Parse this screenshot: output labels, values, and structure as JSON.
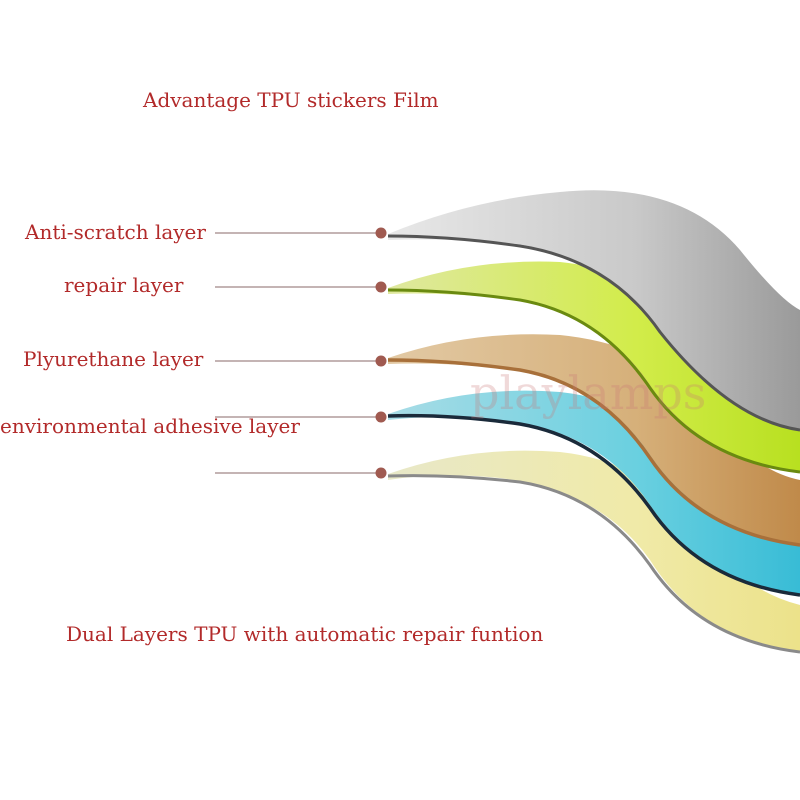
{
  "title": "Advantage TPU stickers Film",
  "subtitle": "Dual Layers TPU with automatic repair funtion",
  "watermark": "playlamps",
  "layers": [
    {
      "label": "Anti-scratch layer",
      "color": "#b8b8b8"
    },
    {
      "label": "repair layer",
      "color": "#c8e62a"
    },
    {
      "label": "Plyurethane layer",
      "color": "#c8924e"
    },
    {
      "label": "environmental adhesive layer",
      "color": "#46c4d8"
    },
    {
      "label": "",
      "color": "#eee7a0"
    }
  ],
  "colors": {
    "text": "#b22a2a",
    "leader_dot": "#a05a50"
  }
}
